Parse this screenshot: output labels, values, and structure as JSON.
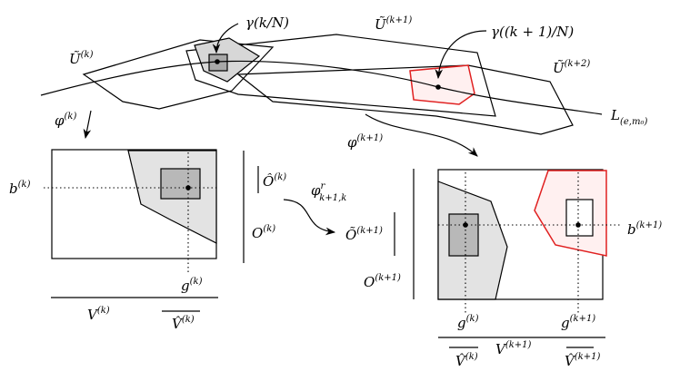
{
  "labels": {
    "gamma_k": {
      "main": "γ(k/N)"
    },
    "gamma_k1": {
      "main": "γ((k + 1)/N)"
    },
    "U_k": {
      "main": "Ũ",
      "sup": "(k)"
    },
    "U_k1": {
      "main": "Ũ",
      "sup": "(k+1)"
    },
    "U_k2": {
      "main": "Ũ",
      "sup": "(k+2)"
    },
    "L": {
      "main": "L",
      "sub": "(e,m₀)"
    },
    "phi_k": {
      "main": "φ",
      "sup": "(k)"
    },
    "phi_k1": {
      "main": "φ",
      "sup": "(k+1)"
    },
    "phi_r": {
      "main": "φ",
      "sup": "r",
      "sub": "k+1,k"
    },
    "b_k": {
      "main": "b",
      "sup": "(k)"
    },
    "b_k1": {
      "main": "b",
      "sup": "(k+1)"
    },
    "Ohat_k": {
      "main": "Ô",
      "sup": "(k)"
    },
    "O_k": {
      "main": "O",
      "sup": "(k)"
    },
    "Otilde_k1": {
      "main": "Õ",
      "sup": "(k+1)"
    },
    "O_k1": {
      "main": "O",
      "sup": "(k+1)"
    },
    "g_k_left": {
      "main": "g",
      "sup": "(k)"
    },
    "g_k_right": {
      "main": "g",
      "sup": "(k)"
    },
    "g_k1": {
      "main": "g",
      "sup": "(k+1)"
    },
    "V_k": {
      "main": "V",
      "sup": "(k)"
    },
    "Vhat_k_left": {
      "main": "V̂",
      "sup": "(k)"
    },
    "Vhat_k_right": {
      "main": "V̂",
      "sup": "(k)"
    },
    "V_k1": {
      "main": "V",
      "sup": "(k+1)"
    },
    "Vhat_k1": {
      "main": "V̂",
      "sup": "(k+1)"
    }
  },
  "colors": {
    "highlight": "#e02020",
    "light_fill": "#e3e3e3",
    "dark_fill": "#b8b8b8",
    "highlight_fill": "#fff0f0"
  }
}
